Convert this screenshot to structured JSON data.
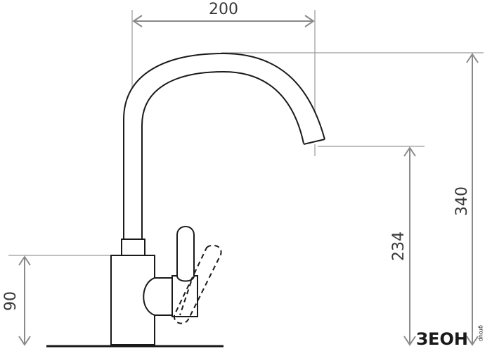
{
  "dimensions": {
    "spout_reach": "200",
    "total_height": "340",
    "spout_height": "234",
    "base_height": "90"
  },
  "logo": {
    "brand": "ЗЕОН",
    "sub": "group"
  },
  "colors": {
    "outline": "#1a1a1a",
    "dimension_line": "#8a8a8a",
    "label": "#3a3a3a"
  }
}
